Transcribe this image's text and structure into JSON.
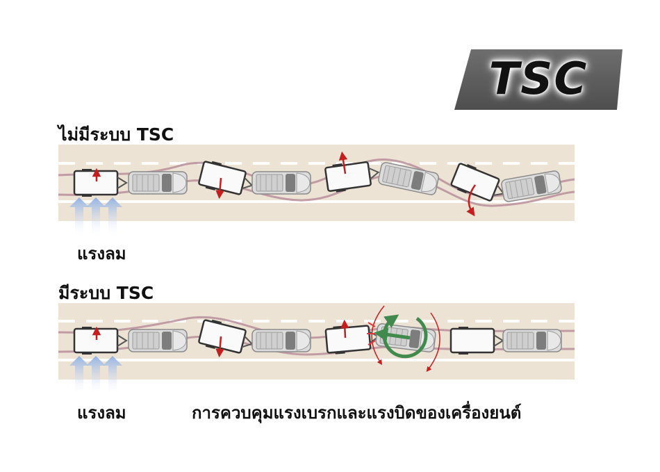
{
  "badge": {
    "label": "TSC"
  },
  "panels": {
    "without_tsc": {
      "heading": "ไม่มีระบบ TSC",
      "wind_label": "แรงลม"
    },
    "with_tsc": {
      "heading": "มีระบบ TSC",
      "wind_label": "แรงลม",
      "control_label": "การควบคุมแรงเบรกและแรงบิดของเครื่องยนต์"
    }
  },
  "colors": {
    "road": "#ede3d4",
    "lane_line": "#ffffff",
    "sway_path": "#b98f9c",
    "force_arrow": "#c41e1e",
    "correction_arrow": "#3f8a4c",
    "wind_arrow": "#9cb4e0",
    "badge_bg": "#5c5c5c"
  },
  "icons": [
    "wind-arrow-icon",
    "force-arrow-icon",
    "correction-rotation-icon",
    "truck-icon",
    "trailer-icon"
  ]
}
